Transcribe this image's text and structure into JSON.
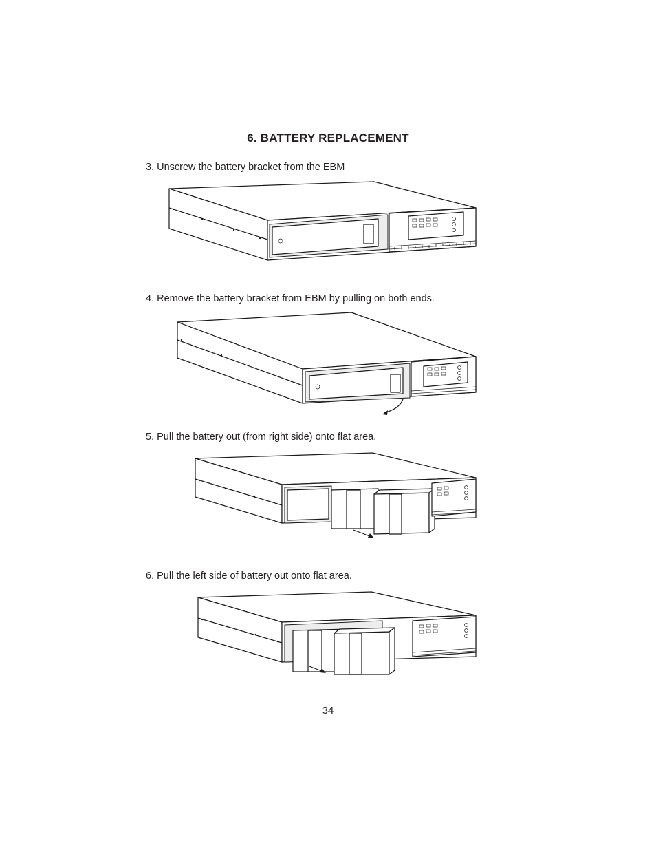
{
  "page": {
    "section_title": "6.  BATTERY REPLACEMENT",
    "page_number": "34"
  },
  "steps": [
    {
      "text": "3.  Unscrew the battery bracket from the EBM"
    },
    {
      "text": "4.  Remove the battery bracket from EBM by pulling on both ends."
    },
    {
      "text": "5.  Pull the battery out (from right side) onto flat area."
    },
    {
      "text": "6.  Pull the left side of battery out onto flat area."
    }
  ]
}
